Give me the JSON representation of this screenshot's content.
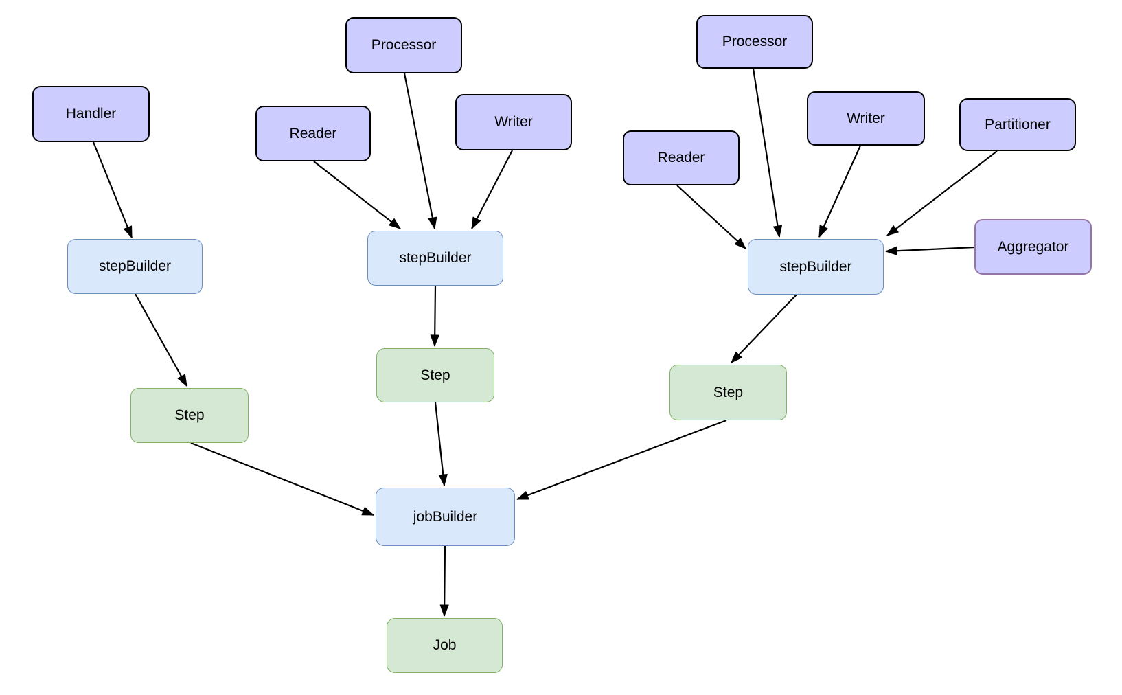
{
  "diagram": {
    "background_color": "#ffffff",
    "edge_color": "#000000",
    "styles": {
      "component": {
        "fill": "#CCCCFF",
        "stroke": "#000000"
      },
      "builder": {
        "fill": "#DAE8FC",
        "stroke": "#6C8EBF"
      },
      "result": {
        "fill": "#D5E8D4",
        "stroke": "#82B366"
      },
      "aggregator": {
        "fill": "#CCCCFF",
        "stroke": "#9673A6"
      }
    },
    "nodes": [
      {
        "id": "handler",
        "label": "Handler",
        "style": "component"
      },
      {
        "id": "processor-1",
        "label": "Processor",
        "style": "component"
      },
      {
        "id": "reader-1",
        "label": "Reader",
        "style": "component"
      },
      {
        "id": "writer-1",
        "label": "Writer",
        "style": "component"
      },
      {
        "id": "processor-2",
        "label": "Processor",
        "style": "component"
      },
      {
        "id": "reader-2",
        "label": "Reader",
        "style": "component"
      },
      {
        "id": "writer-2",
        "label": "Writer",
        "style": "component"
      },
      {
        "id": "partitioner",
        "label": "Partitioner",
        "style": "component"
      },
      {
        "id": "aggregator",
        "label": "Aggregator",
        "style": "aggregator"
      },
      {
        "id": "step-builder-1",
        "label": "stepBuilder",
        "style": "builder"
      },
      {
        "id": "step-builder-2",
        "label": "stepBuilder",
        "style": "builder"
      },
      {
        "id": "step-builder-3",
        "label": "stepBuilder",
        "style": "builder"
      },
      {
        "id": "step-1",
        "label": "Step",
        "style": "result"
      },
      {
        "id": "step-2",
        "label": "Step",
        "style": "result"
      },
      {
        "id": "step-3",
        "label": "Step",
        "style": "result"
      },
      {
        "id": "job-builder",
        "label": "jobBuilder",
        "style": "builder"
      },
      {
        "id": "job",
        "label": "Job",
        "style": "result"
      }
    ],
    "edges": [
      {
        "from": "handler",
        "to": "step-builder-1"
      },
      {
        "from": "reader-1",
        "to": "step-builder-2"
      },
      {
        "from": "processor-1",
        "to": "step-builder-2"
      },
      {
        "from": "writer-1",
        "to": "step-builder-2"
      },
      {
        "from": "reader-2",
        "to": "step-builder-3"
      },
      {
        "from": "processor-2",
        "to": "step-builder-3"
      },
      {
        "from": "writer-2",
        "to": "step-builder-3"
      },
      {
        "from": "partitioner",
        "to": "step-builder-3"
      },
      {
        "from": "aggregator",
        "to": "step-builder-3"
      },
      {
        "from": "step-builder-1",
        "to": "step-1"
      },
      {
        "from": "step-builder-2",
        "to": "step-2"
      },
      {
        "from": "step-builder-3",
        "to": "step-3"
      },
      {
        "from": "step-1",
        "to": "job-builder"
      },
      {
        "from": "step-2",
        "to": "job-builder"
      },
      {
        "from": "step-3",
        "to": "job-builder"
      },
      {
        "from": "job-builder",
        "to": "job"
      }
    ]
  }
}
